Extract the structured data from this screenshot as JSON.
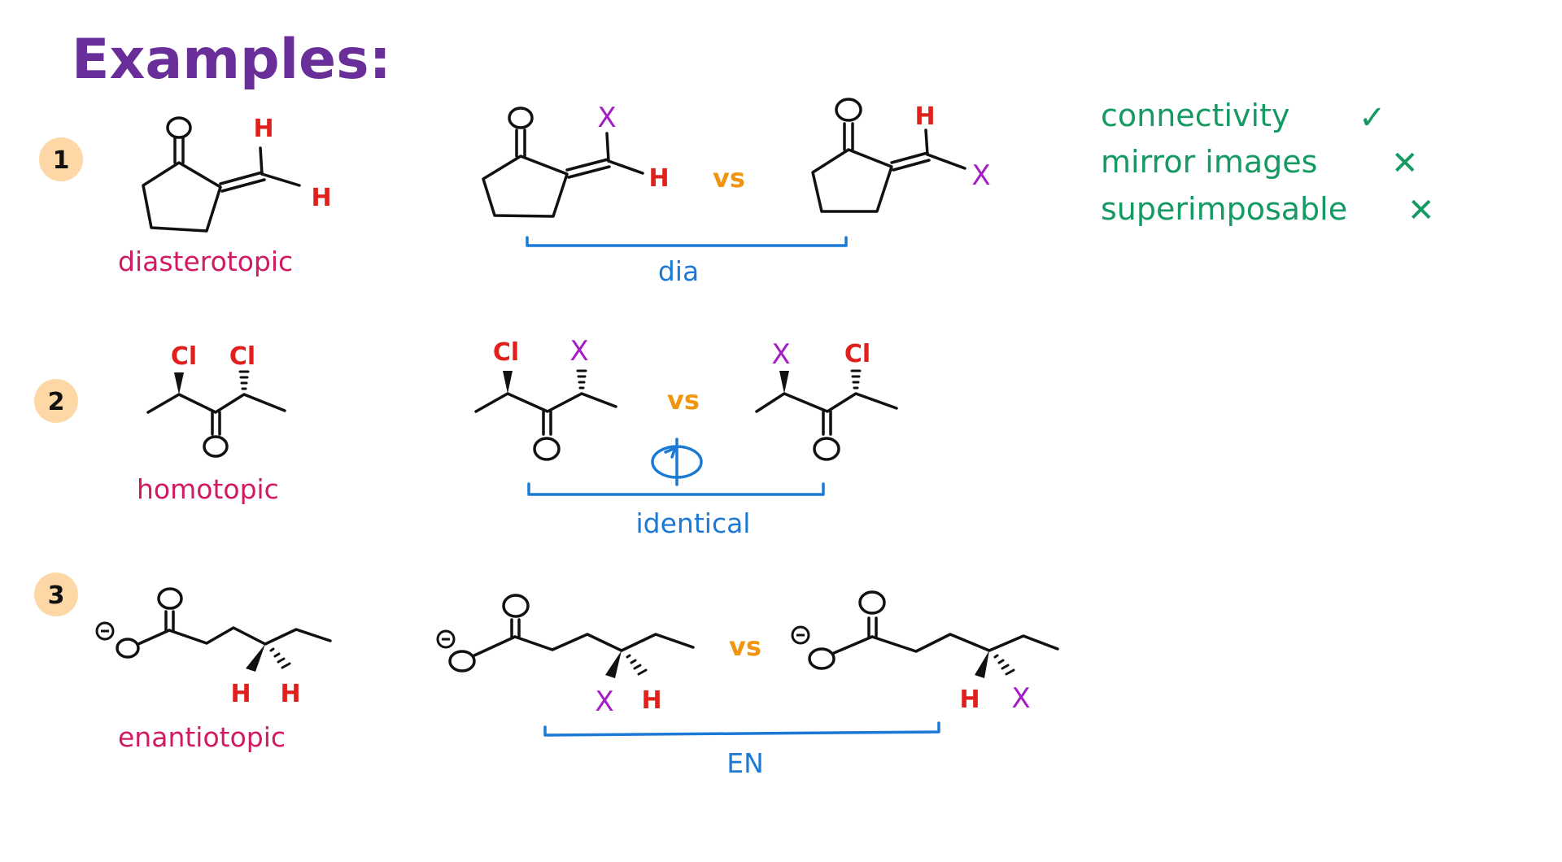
{
  "title": "Examples:",
  "colors": {
    "title": "#6a2e9a",
    "badge": "#fdd8a6",
    "label": "#d01a62",
    "atom_h": "#e0201c",
    "atom_x": "#a41cc4",
    "vs": "#f0950c",
    "relation": "#1a7ad6",
    "note": "#159a63"
  },
  "examples": [
    {
      "number": "1",
      "label": "diasterotopic",
      "left_atoms": [
        "H",
        "H"
      ],
      "pair_a_atoms": [
        "X",
        "H"
      ],
      "pair_b_atoms": [
        "H",
        "X"
      ],
      "vs": "vs",
      "relation": "dia"
    },
    {
      "number": "2",
      "label": "homotopic",
      "left_atoms": [
        "Cl",
        "Cl"
      ],
      "pair_a_atoms": [
        "Cl",
        "X"
      ],
      "pair_b_atoms": [
        "X",
        "Cl"
      ],
      "vs": "vs",
      "relation": "identical"
    },
    {
      "number": "3",
      "label": "enantiotopic",
      "left_atoms": [
        "H",
        "H"
      ],
      "pair_a_atoms": [
        "X",
        "H"
      ],
      "pair_b_atoms": [
        "H",
        "X"
      ],
      "vs": "vs",
      "relation": "EN"
    }
  ],
  "criteria": [
    {
      "text": "connectivity",
      "mark": "✓"
    },
    {
      "text": "mirror images",
      "mark": "✕"
    },
    {
      "text": "superimposable",
      "mark": "✕"
    }
  ]
}
